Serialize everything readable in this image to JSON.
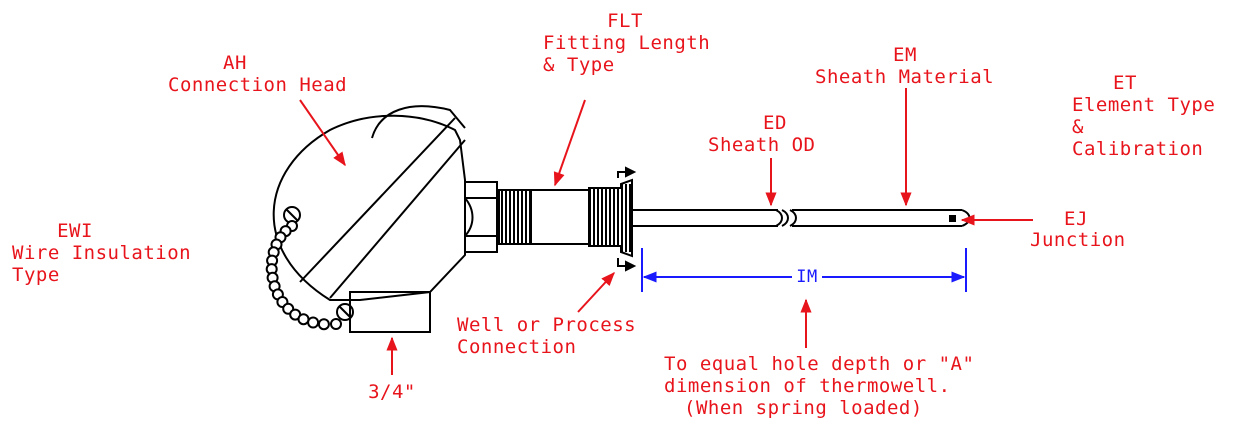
{
  "labels": {
    "flt": {
      "code": "FLT",
      "line1": "Fitting Length",
      "line2": "& Type"
    },
    "ah": {
      "code": "AH",
      "line1": "Connection Head"
    },
    "em": {
      "code": "EM",
      "line1": "Sheath Material"
    },
    "et": {
      "code": "ET",
      "line1": "Element Type",
      "line2": "&",
      "line3": "Calibration"
    },
    "ed": {
      "code": "ED",
      "line1": "Sheath OD"
    },
    "ewi": {
      "code": "EWI",
      "line1": "Wire Insulation",
      "line2": "Type"
    },
    "ej": {
      "code": "EJ",
      "line1": "Junction"
    },
    "im": {
      "code": "IM"
    },
    "well": {
      "line1": "Well or Process",
      "line2": "Connection"
    },
    "conduit": {
      "line1": "3/4\""
    },
    "note": {
      "line1": "To equal hole depth or \"A\"",
      "line2": "dimension of thermowell.",
      "line3": "(When spring loaded)"
    }
  },
  "colors": {
    "line": "#000000",
    "callout": "#e8141c",
    "dimension": "#1a1aff",
    "background": "#ffffff"
  }
}
